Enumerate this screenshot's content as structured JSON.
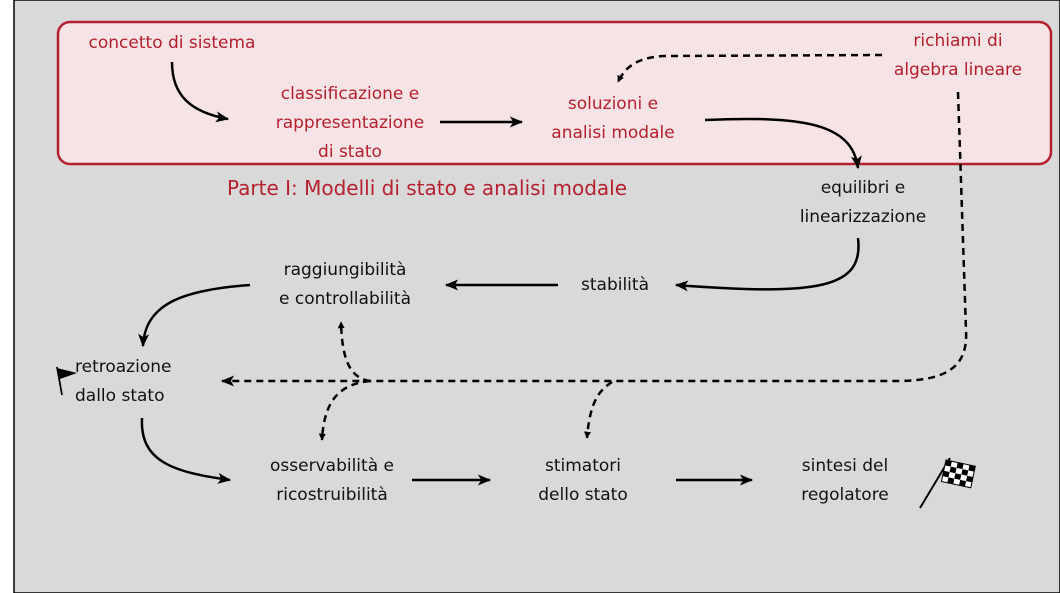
{
  "colors": {
    "background": "#d9d9d9",
    "part_box_fill": "#f5e3e6",
    "part_box_border": "#b5202e",
    "accent_text": "#b5202e",
    "text": "#111111"
  },
  "part": {
    "title": "Parte I: Modelli di stato e analisi modale"
  },
  "nodes": {
    "concetto": {
      "lines": [
        "concetto di sistema"
      ]
    },
    "classificazione": {
      "lines": [
        "classificazione e",
        "rappresentazione",
        "di stato"
      ]
    },
    "soluzioni": {
      "lines": [
        "soluzioni e",
        "analisi modale"
      ]
    },
    "richiami": {
      "lines": [
        "richiami di",
        "algebra lineare"
      ]
    },
    "equilibri": {
      "lines": [
        "equilibri e",
        "linearizzazione"
      ]
    },
    "stabilita": {
      "lines": [
        "stabilità"
      ]
    },
    "raggiungibilita": {
      "lines": [
        "raggiungibilità",
        "e controllabilità"
      ]
    },
    "retroazione": {
      "lines": [
        "retroazione",
        "dallo stato"
      ]
    },
    "osservabilita": {
      "lines": [
        "osservabilità e",
        "ricostruibilità"
      ]
    },
    "stimatori": {
      "lines": [
        "stimatori",
        "dello stato"
      ]
    },
    "sintesi": {
      "lines": [
        "sintesi del",
        "regolatore"
      ]
    }
  },
  "icons": {
    "start": "start-flag-icon",
    "finish": "checkered-flag-icon"
  }
}
